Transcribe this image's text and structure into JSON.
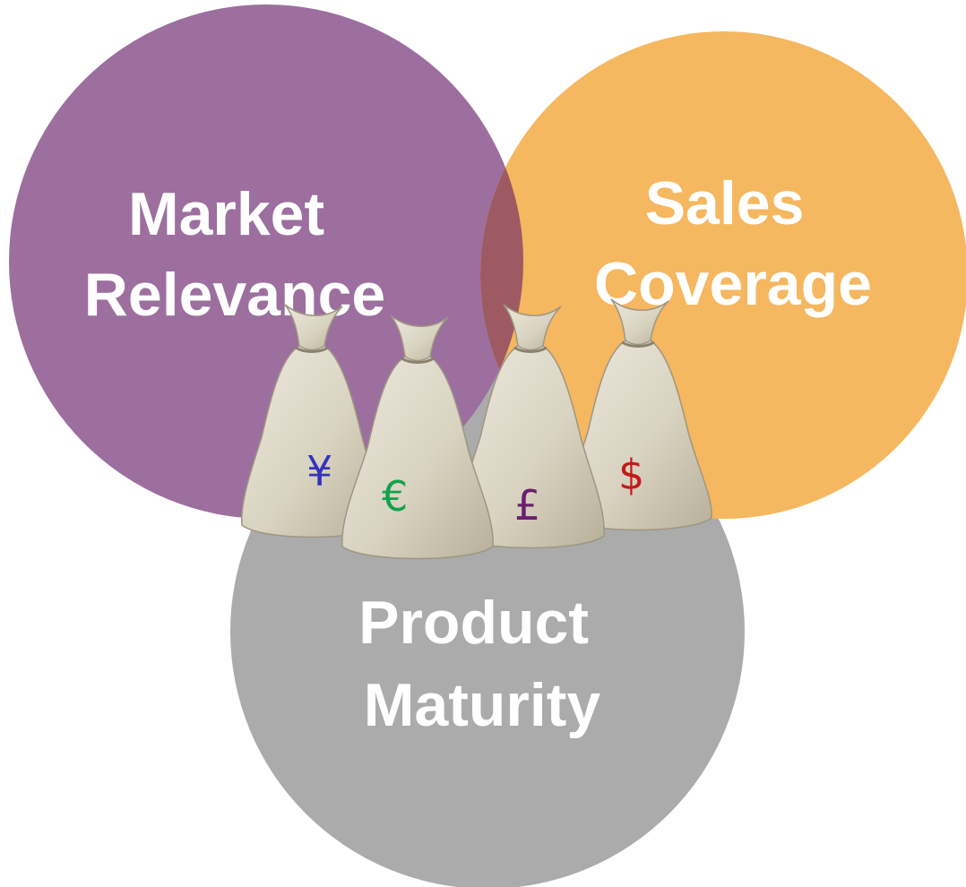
{
  "diagram": {
    "circles": [
      {
        "id": "market-relevance",
        "label_lines": [
          "Market",
          "Relevance"
        ],
        "color": "#9C6F9F"
      },
      {
        "id": "sales-coverage",
        "label_lines": [
          "Sales",
          "Coverage"
        ],
        "color": "#F5B75F"
      },
      {
        "id": "product-maturity",
        "label_lines": [
          "Product",
          "Maturity"
        ],
        "color": "#ABABAB"
      }
    ],
    "overlap_color": "#9D5A63",
    "money_bags": [
      {
        "symbol": "¥",
        "color": "#3333BB"
      },
      {
        "symbol": "€",
        "color": "#11A34A"
      },
      {
        "symbol": "£",
        "color": "#6A1E6E"
      },
      {
        "symbol": "$",
        "color": "#C21B1B"
      }
    ],
    "bag_color": "#D8D2C0"
  }
}
